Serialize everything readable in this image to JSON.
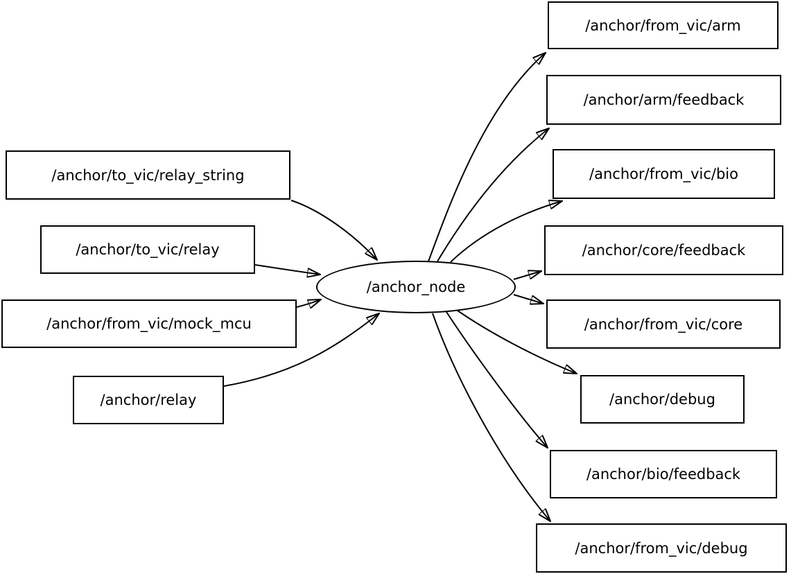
{
  "diagram": {
    "type": "node-topic-graph",
    "background_color": "#ffffff",
    "stroke_color": "#000000",
    "node_fill_color": "#ffffff",
    "text_color": "#000000",
    "center_node": {
      "label": "/anchor_node",
      "shape": "ellipse"
    },
    "inputs": [
      {
        "label": "/anchor/to_vic/relay_string"
      },
      {
        "label": "/anchor/to_vic/relay"
      },
      {
        "label": "/anchor/from_vic/mock_mcu"
      },
      {
        "label": "/anchor/relay"
      }
    ],
    "outputs": [
      {
        "label": "/anchor/from_vic/arm"
      },
      {
        "label": "/anchor/arm/feedback"
      },
      {
        "label": "/anchor/from_vic/bio"
      },
      {
        "label": "/anchor/core/feedback"
      },
      {
        "label": "/anchor/from_vic/core"
      },
      {
        "label": "/anchor/debug"
      },
      {
        "label": "/anchor/bio/feedback"
      },
      {
        "label": "/anchor/from_vic/debug"
      }
    ],
    "edges": [
      {
        "from": "/anchor/to_vic/relay_string",
        "to": "/anchor_node"
      },
      {
        "from": "/anchor/to_vic/relay",
        "to": "/anchor_node"
      },
      {
        "from": "/anchor/from_vic/mock_mcu",
        "to": "/anchor_node"
      },
      {
        "from": "/anchor/relay",
        "to": "/anchor_node"
      },
      {
        "from": "/anchor_node",
        "to": "/anchor/from_vic/arm"
      },
      {
        "from": "/anchor_node",
        "to": "/anchor/arm/feedback"
      },
      {
        "from": "/anchor_node",
        "to": "/anchor/from_vic/bio"
      },
      {
        "from": "/anchor_node",
        "to": "/anchor/core/feedback"
      },
      {
        "from": "/anchor_node",
        "to": "/anchor/from_vic/core"
      },
      {
        "from": "/anchor_node",
        "to": "/anchor/debug"
      },
      {
        "from": "/anchor_node",
        "to": "/anchor/bio/feedback"
      },
      {
        "from": "/anchor_node",
        "to": "/anchor/from_vic/debug"
      }
    ]
  }
}
